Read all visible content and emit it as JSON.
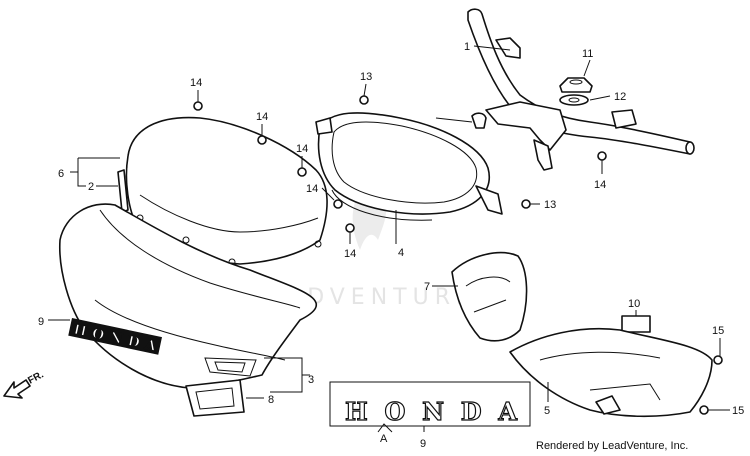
{
  "watermark": "LEADVENTURE",
  "credit": "Rendered by LeadVenture, Inc.",
  "direction_label": "FR.",
  "emblem_text": "HONDA",
  "emblem_callout_letter": "A",
  "callouts": {
    "c1": "1",
    "c2": "2",
    "c3": "3",
    "c4": "4",
    "c5": "5",
    "c6": "6",
    "c7": "7",
    "c8": "8",
    "c9a": "9",
    "c9b": "9",
    "c10": "10",
    "c11": "11",
    "c12": "12",
    "c13a": "13",
    "c13b": "13",
    "c14a": "14",
    "c14b": "14",
    "c14c": "14",
    "c14d": "14",
    "c14e": "14",
    "c14f": "14",
    "c15a": "15",
    "c15b": "15"
  }
}
